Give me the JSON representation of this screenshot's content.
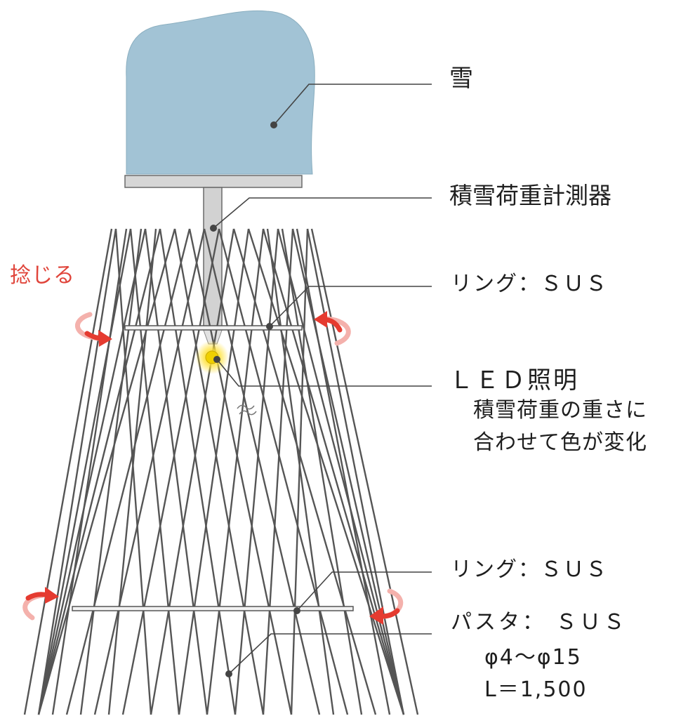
{
  "labels": {
    "snow": "雪",
    "snow_load_meter": "積雪荷重計測器",
    "ring_top": "リング：ＳＵＳ",
    "led": "ＬＥＤ照明",
    "led_note_1": "積雪荷重の重さに",
    "led_note_2": "合わせて色が変化",
    "ring_bottom": "リング：ＳＵＳ",
    "pasta": "パスタ：  ＳＵＳ",
    "pasta_diameter": "φ4～φ15",
    "pasta_length": "L＝1,500",
    "twist": "捻じる"
  },
  "colors": {
    "snow_fill": "#a2c3d5",
    "rod": "#555555",
    "ring": "#666666",
    "stem": "#d2d2d2",
    "led_glow": "#ffe23a",
    "arrow": "#e53b30",
    "leader": "#444444"
  }
}
